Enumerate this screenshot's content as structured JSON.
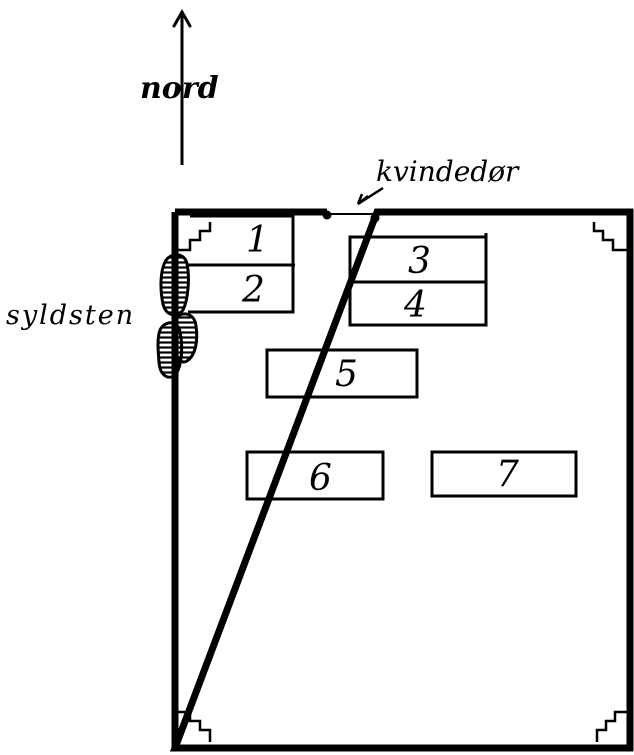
{
  "labels": {
    "north": "nord",
    "door": "kvindedør",
    "sill_stones": "syldsten"
  },
  "graves": [
    "1",
    "2",
    "3",
    "4",
    "5",
    "6",
    "7"
  ],
  "colors": {
    "ink": "#000000",
    "paper": "#ffffff"
  }
}
